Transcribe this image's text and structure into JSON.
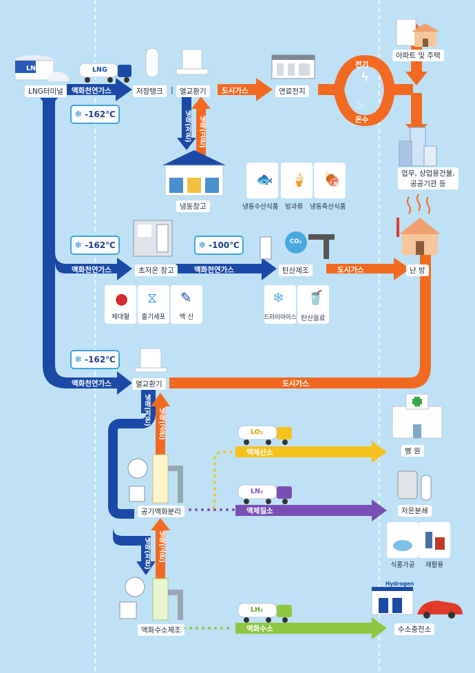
{
  "nodes": {
    "lng_terminal": "LNG터미널",
    "storage": "저장탱크",
    "heat_exchange_top": "열교환기",
    "divider": "|",
    "fuel_cell": "연료전지",
    "apartments": "아파트 및 주택",
    "commercial": "업무, 상업용건물,\n공공기관 등",
    "freezer": "냉동창고",
    "cryo_storage": "초저온 창고",
    "carbonation": "탄산제조",
    "heating": "난 방",
    "heat_exchange_mid": "열교환기",
    "air_separation": "공기액화분리",
    "hydrogen_plant": "액화수소제조",
    "hospital": "병 원",
    "cryo_grinding": "저온분쇄",
    "food_processing": "식품가공",
    "recycling": "재활용",
    "hydrogen_station": "수소충전소"
  },
  "flows": {
    "lng1": "액화천연가스",
    "lng2": "액화천연가스",
    "lng3": "액화천연가스",
    "lng4": "액화천연가스",
    "city_gas1": "도시가스",
    "city_gas2": "도시가스",
    "city_gas3": "도시가스",
    "refrig_low1": "냉매(저온)",
    "refrig_high1": "냉매(고온)",
    "refrig_low2": "냉매(저온)",
    "refrig_high2": "냉매(고온)",
    "refrig_low3": "냉매(저온)",
    "refrig_high3": "냉매(고온)",
    "liquid_oxygen": "액체산소",
    "liquid_nitrogen": "액체질소",
    "liquid_hydrogen": "액화수소",
    "electricity": "전기",
    "hot_water": "온수"
  },
  "temps": {
    "t1": "-162℃",
    "t2": "-162℃",
    "t3": "-100℃",
    "t4": "-162℃"
  },
  "cards": {
    "frozen_seafood": "냉동수산식품",
    "ice_cream": "빙과류",
    "frozen_meat": "냉동축산식품",
    "cord_blood": "제대혈",
    "stem_cells": "줄기세포",
    "vaccine": "백 신",
    "dry_ice": "드라이아이스",
    "soda": "탄산음료"
  },
  "trucks": {
    "lng": "LNG",
    "lo2": "LO₂",
    "ln2": "LN₂",
    "lh2": "LH₂",
    "tank_lng": "LNG",
    "hydrogen_sign": "Hydrogen",
    "co2": "CO₂"
  },
  "colors": {
    "background": "#bfe1f6",
    "lng_blue": "#1a4aa6",
    "city_gas_orange": "#f26a21",
    "oxygen_yellow": "#f5c21b",
    "nitrogen_purple": "#7a4fb5",
    "hydrogen_green": "#8dc63f"
  }
}
